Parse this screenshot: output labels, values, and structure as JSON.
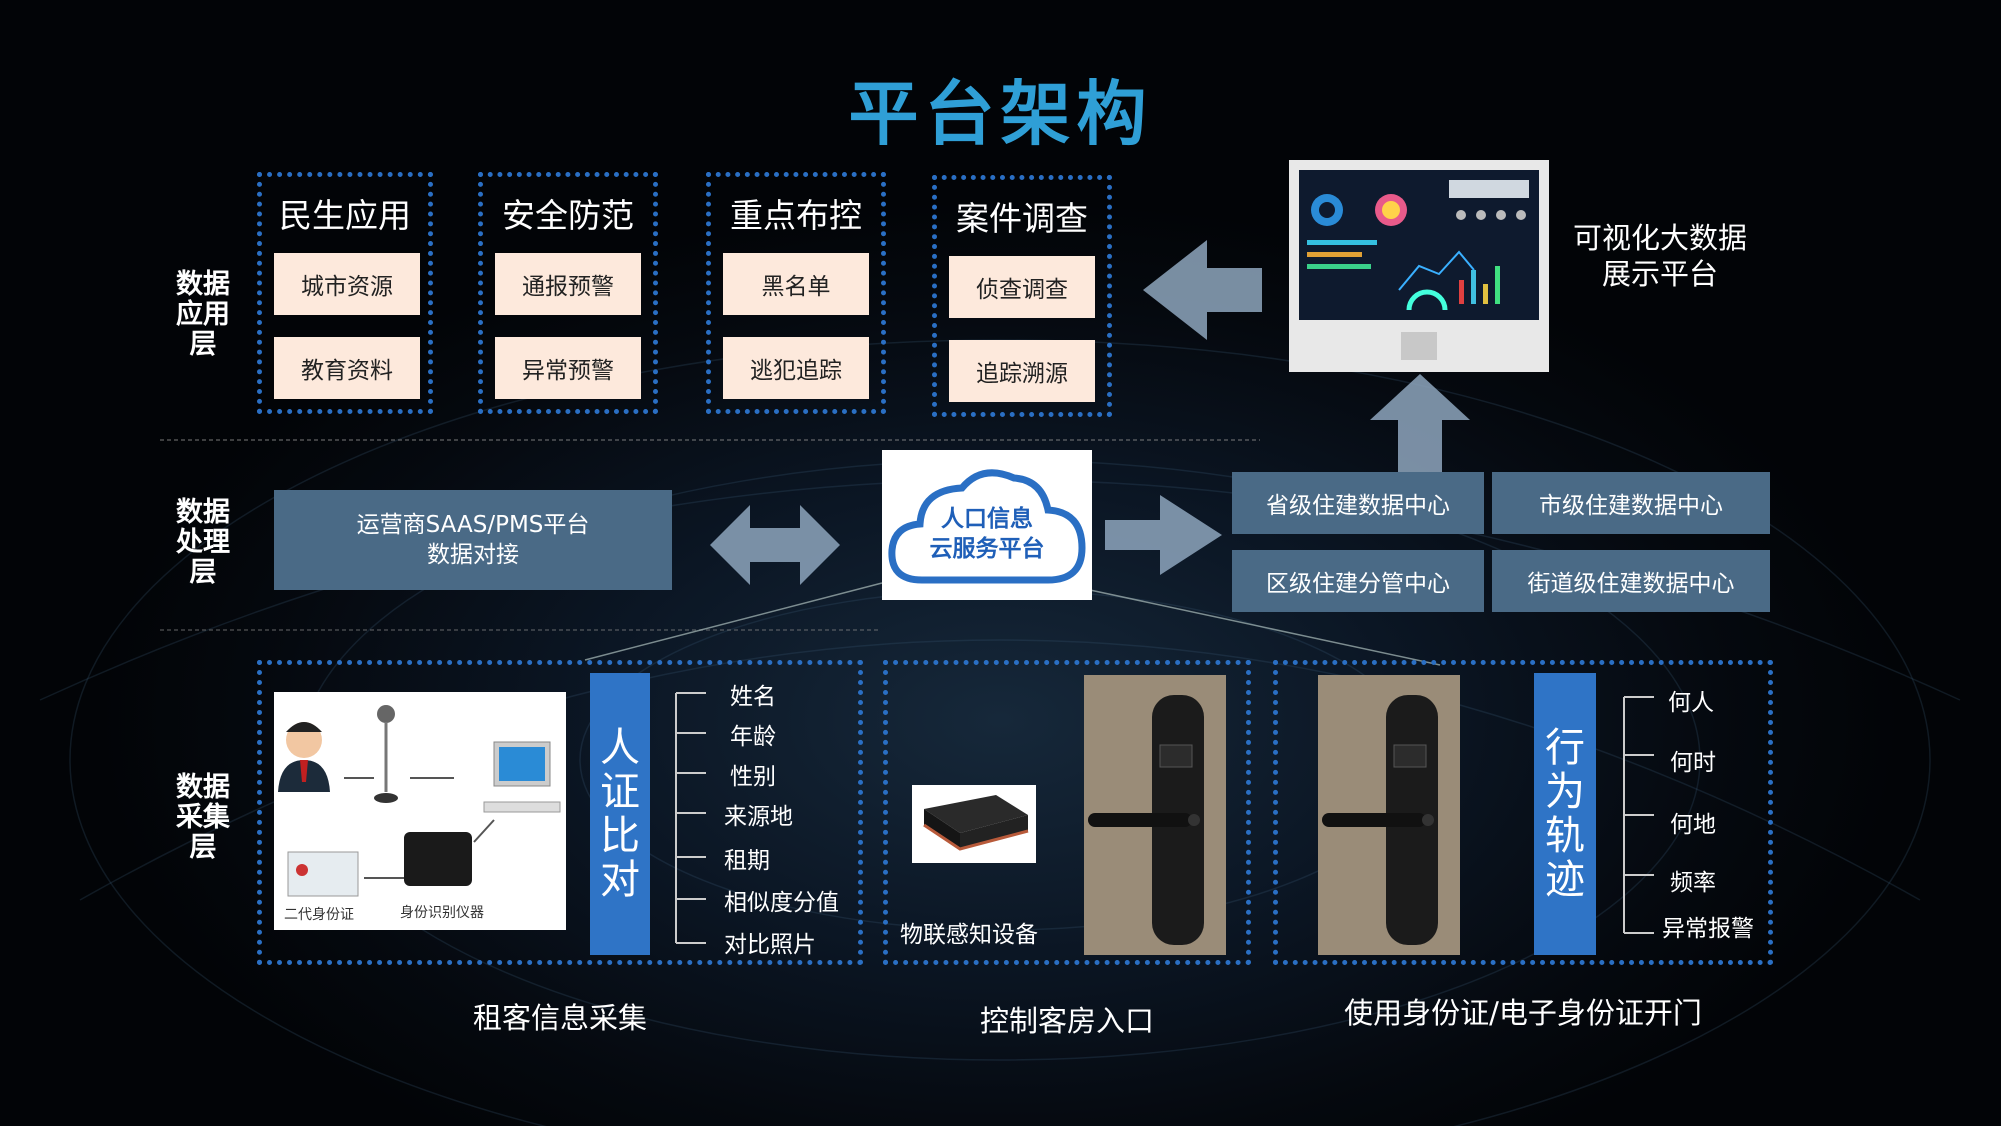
{
  "title": "平台架构",
  "layers": {
    "application": "数据\n应用层",
    "processing": "数据\n处理层",
    "collection": "数据\n采集层"
  },
  "app_groups": [
    {
      "title": "民生应用",
      "items": [
        "城市资源",
        "教育资料"
      ]
    },
    {
      "title": "安全防范",
      "items": [
        "通报预警",
        "异常预警"
      ]
    },
    {
      "title": "重点布控",
      "items": [
        "黑名单",
        "逃犯追踪"
      ]
    },
    {
      "title": "案件调查",
      "items": [
        "侦查调查",
        "追踪溯源"
      ]
    }
  ],
  "visual_platform": "可视化大数据\n展示平台",
  "operator_box": "运营商SAAS/PMS平台\n数据对接",
  "cloud": "人口信息\n云服务平台",
  "data_centers": [
    "省级住建数据中心",
    "市级住建数据中心",
    "区级住建分管中心",
    "街道级住建数据中心"
  ],
  "collection": {
    "rent_panel": {
      "id_card_label": "二代身份证",
      "reader_label": "身份识别仪器",
      "vertical": "人\n证\n比\n对",
      "attrs": [
        "姓名",
        "年龄",
        "性别",
        "来源地",
        "租期",
        "相似度分值",
        "对比照片"
      ],
      "caption": "租客信息采集"
    },
    "room_panel": {
      "device_label": "物联感知设备",
      "caption": "控制客房入口"
    },
    "id_panel": {
      "vertical": "行\n为\n轨\n迹",
      "attrs": [
        "何人",
        "何时",
        "何地",
        "频率",
        "异常报警"
      ],
      "caption": "使用身份证/电子身份证开门"
    }
  },
  "colors": {
    "title": "#2f9fd6",
    "dotted_border": "#2a6fc4",
    "peach": "#fde9dc",
    "process": "#4a6a86",
    "vertical_blue": "#2f74c6"
  }
}
